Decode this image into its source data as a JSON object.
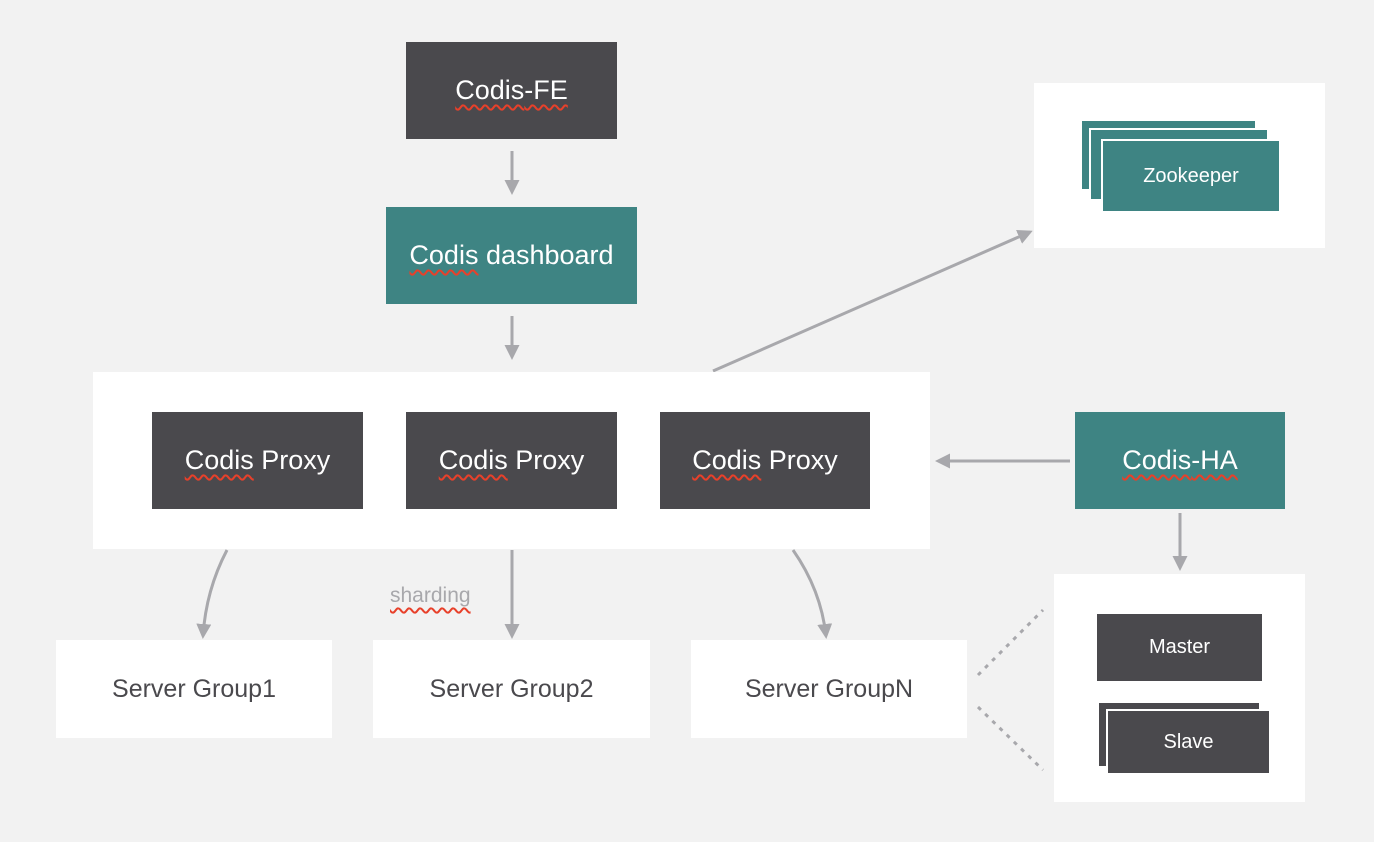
{
  "nodes": {
    "fe": {
      "prefix": "Codis",
      "suffix": "-FE"
    },
    "dashboard": {
      "prefix": "Codis",
      "suffix": " dashboard"
    },
    "proxies": [
      {
        "prefix": "Codis",
        "suffix": " Proxy"
      },
      {
        "prefix": "Codis",
        "suffix": " Proxy"
      },
      {
        "prefix": "Codis",
        "suffix": " Proxy"
      }
    ],
    "ha": {
      "prefix": "Codis",
      "suffix": "-HA"
    },
    "zookeeper": "Zookeeper",
    "server_groups": [
      "Server Group1",
      "Server Group2",
      "Server GroupN"
    ],
    "master": "Master",
    "slave": "Slave"
  },
  "edge_labels": {
    "sharding": "sharding"
  },
  "colors": {
    "background": "#f2f2f2",
    "dark_node": "#4a494d",
    "teal_node": "#3e8483",
    "container": "#ffffff",
    "arrow": "#a8a8ac",
    "spell_underline": "#e8402a"
  }
}
